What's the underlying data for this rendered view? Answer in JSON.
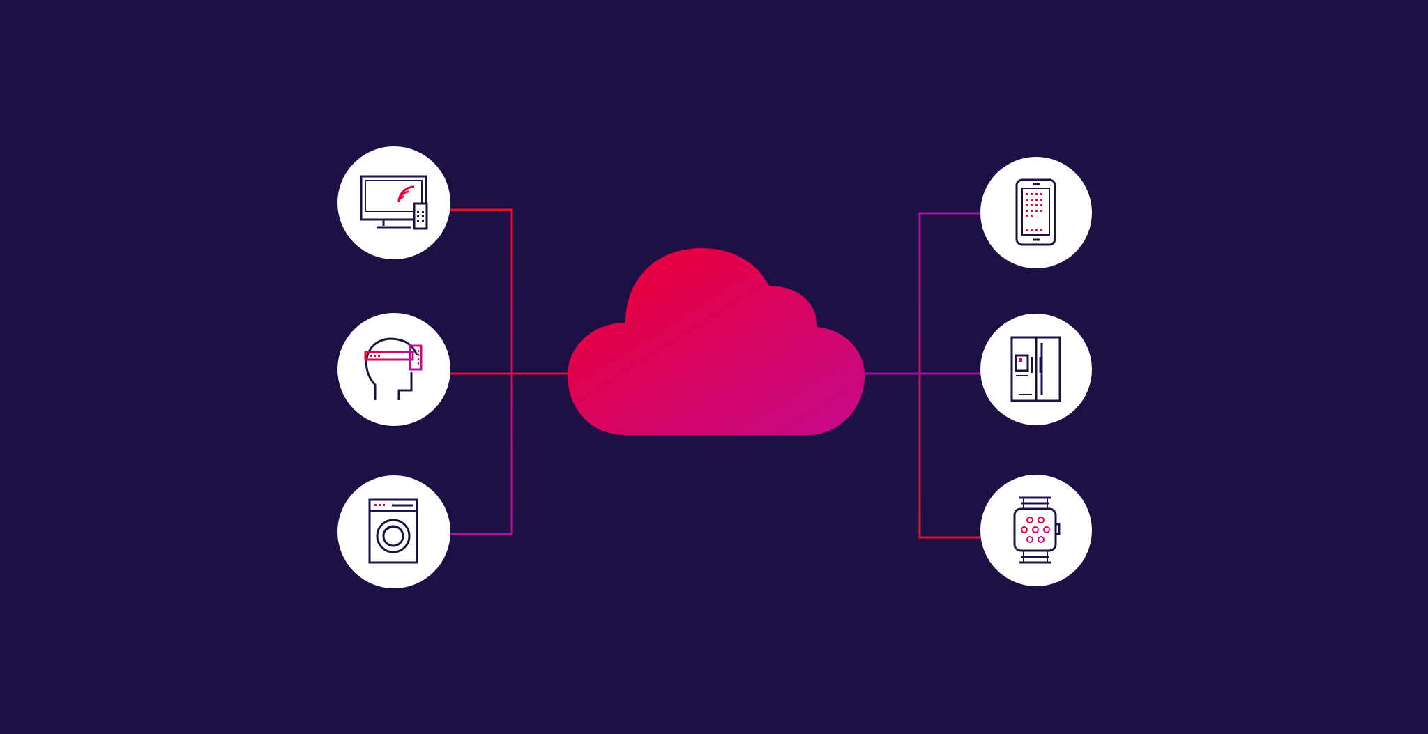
{
  "colors": {
    "background": "#1e1044",
    "node_fill": "#ffffff",
    "icon_stroke": "#1e1044",
    "accent_red": "#e8003d",
    "accent_magenta": "#c40a8c",
    "connector_red": "#e60f2e",
    "connector_magenta": "#b0109a",
    "cloud_gradient": [
      "#e8003d",
      "#c40a8c"
    ]
  },
  "diagram": {
    "hub": {
      "name": "cloud",
      "icon": "cloud-icon"
    },
    "left_devices": [
      {
        "name": "smart-tv",
        "icon": "smart-tv-icon"
      },
      {
        "name": "vr-headset",
        "icon": "vr-headset-icon"
      },
      {
        "name": "washing-machine",
        "icon": "washing-machine-icon"
      }
    ],
    "right_devices": [
      {
        "name": "tablet",
        "icon": "tablet-icon"
      },
      {
        "name": "smart-fridge",
        "icon": "smart-fridge-icon"
      },
      {
        "name": "smartwatch",
        "icon": "smartwatch-icon"
      }
    ]
  }
}
